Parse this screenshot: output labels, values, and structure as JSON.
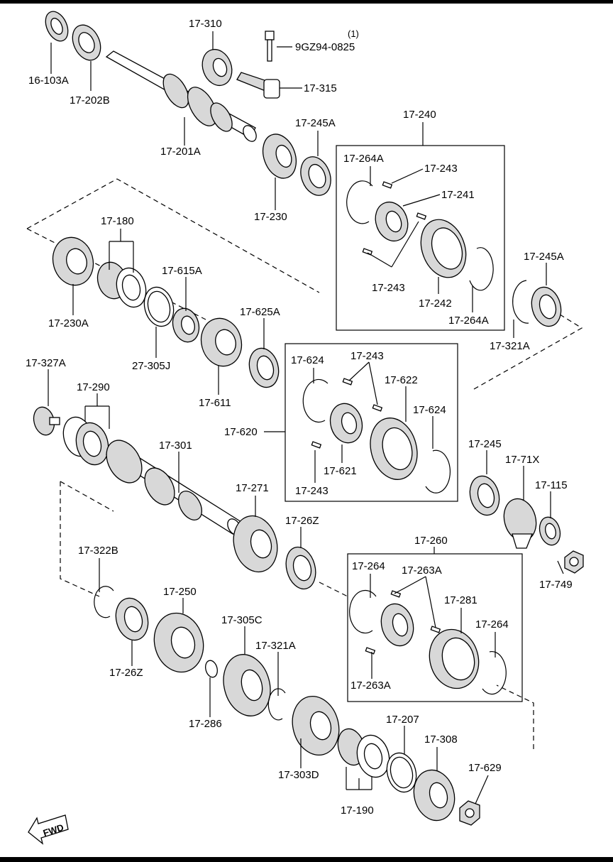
{
  "labels": {
    "p16_103A": "16-103A",
    "p17_202B": "17-202B",
    "p17_310": "17-310",
    "p9GZ94_qty": "(1)",
    "p9GZ94": "9GZ94-0825",
    "p17_315": "17-315",
    "p17_201A": "17-201A",
    "p17_245A_top": "17-245A",
    "p17_230": "17-230",
    "p17_240": "17-240",
    "p17_264A_a": "17-264A",
    "p17_243_a": "17-243",
    "p17_241": "17-241",
    "p17_243_b": "17-243",
    "p17_242": "17-242",
    "p17_264A_b": "17-264A",
    "p17_245A_right": "17-245A",
    "p17_321A_right": "17-321A",
    "p17_180": "17-180",
    "p17_230A": "17-230A",
    "p17_615A": "17-615A",
    "p27_305J": "27-305J",
    "p17_625A": "17-625A",
    "p17_611": "17-611",
    "p17_327A": "17-327A",
    "p17_290": "17-290",
    "p17_624_a": "17-624",
    "p17_243_c": "17-243",
    "p17_622": "17-622",
    "p17_624_b": "17-624",
    "p17_620": "17-620",
    "p17_621": "17-621",
    "p17_243_d": "17-243",
    "p17_301": "17-301",
    "p17_245": "17-245",
    "p17_71X": "17-71X",
    "p17_115": "17-115",
    "p17_271": "17-271",
    "p17_26Z_a": "17-26Z",
    "p17_749": "17-749",
    "p17_322B": "17-322B",
    "p17_260": "17-260",
    "p17_264_a": "17-264",
    "p17_263A_a": "17-263A",
    "p17_281": "17-281",
    "p17_264_b": "17-264",
    "p17_263A_b": "17-263A",
    "p17_250": "17-250",
    "p17_305C": "17-305C",
    "p17_321A_low": "17-321A",
    "p17_26Z_b": "17-26Z",
    "p17_286": "17-286",
    "p17_207": "17-207",
    "p17_308": "17-308",
    "p17_303D": "17-303D",
    "p17_629": "17-629",
    "p17_190": "17-190",
    "fwd": "FWD"
  }
}
